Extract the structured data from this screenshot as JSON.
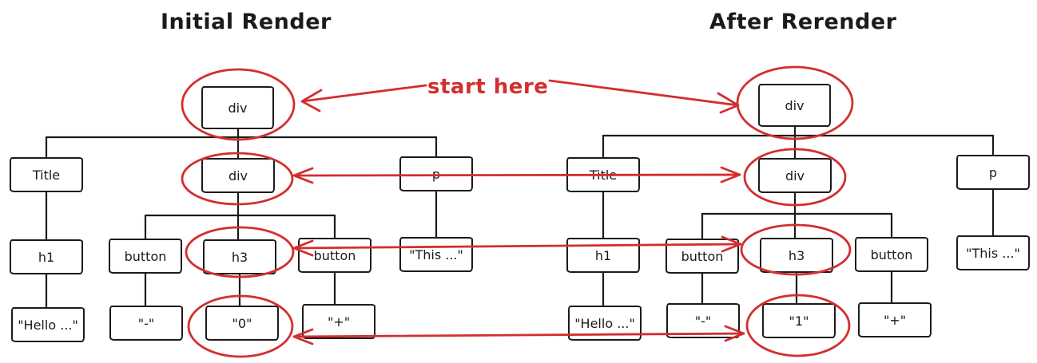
{
  "titles": {
    "left": "Initial Render",
    "right": "After Rerender"
  },
  "annotation": {
    "start_here": "start here"
  },
  "colors": {
    "stroke": "#1b1b1b",
    "accent": "#d32e2e",
    "background": "#ffffff"
  },
  "trees": {
    "initial": {
      "root": "div",
      "level2": [
        "Title",
        "div",
        "p"
      ],
      "level3": [
        "h1",
        "button",
        "h3",
        "button",
        "\"This ...\""
      ],
      "level4": [
        "\"Hello ...\"",
        "\"-\"",
        "\"0\"",
        "\"+\""
      ]
    },
    "rerender": {
      "root": "div",
      "level2": [
        "Title",
        "div",
        "p"
      ],
      "level3": [
        "h1",
        "button",
        "h3",
        "button",
        "\"This ...\""
      ],
      "level4": [
        "\"Hello ...\"",
        "\"-\"",
        "\"1\"",
        "\"+\""
      ]
    }
  }
}
